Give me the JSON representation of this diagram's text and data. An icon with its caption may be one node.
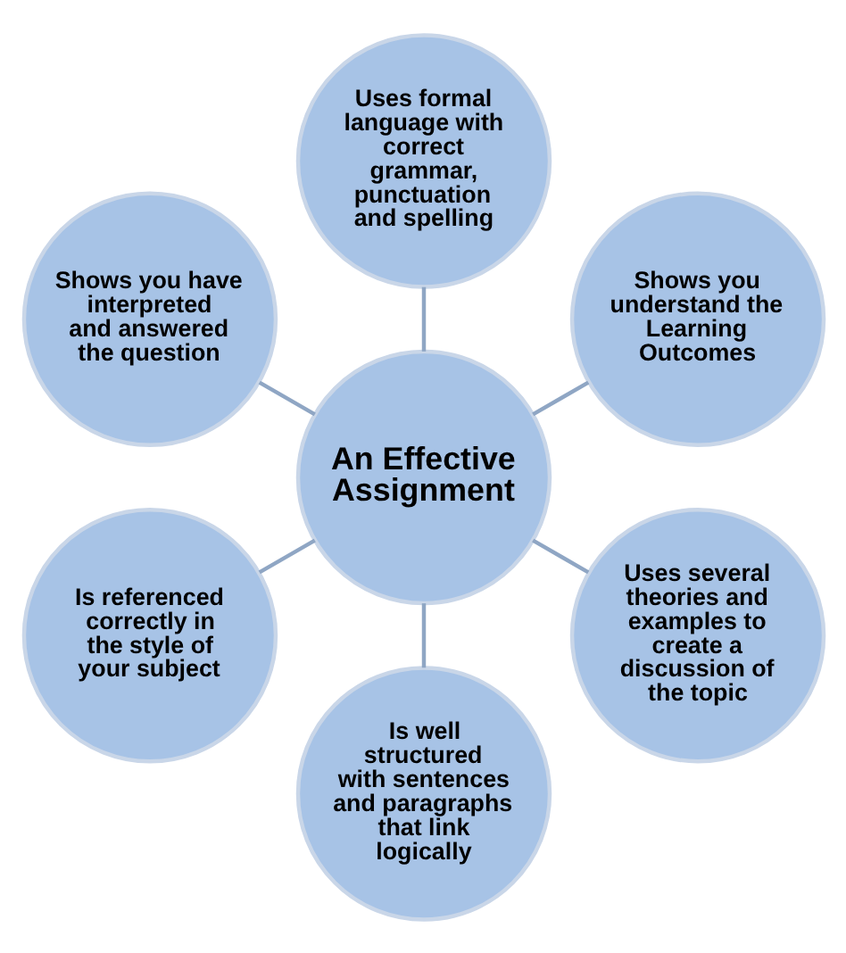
{
  "diagram": {
    "nodes": [
      {
        "text": [
          "Shows you understand the Learning Outcomes"
        ]
      },
      {
        "text": [
          "Uses formal language with correct grammar, punctuation and spelling"
        ]
      },
      {
        "text": [
          "Shows you have interpreted and answered the question"
        ]
      },
      {
        "text": [
          "An Effective Assignment"
        ]
      },
      {
        "text": [
          "Is referenced correctly in the style of your subject"
        ]
      },
      {
        "text": [
          "Is well structured with sentences and paragraphs that link logically"
        ]
      },
      {
        "text": [
          "Uses several theories and examples to create a discussion of the topic"
        ]
      }
    ],
    "edges": [
      {
        "from": 3,
        "to": 0,
        "arrow": "none"
      },
      {
        "from": 3,
        "to": 2,
        "arrow": "none"
      },
      {
        "from": 3,
        "to": 5,
        "arrow": "none"
      },
      {
        "from": 3,
        "to": 6,
        "arrow": "none"
      },
      {
        "from": 3,
        "to": 4,
        "arrow": "none"
      },
      {
        "from": 3,
        "to": 1,
        "arrow": "none"
      }
    ]
  }
}
